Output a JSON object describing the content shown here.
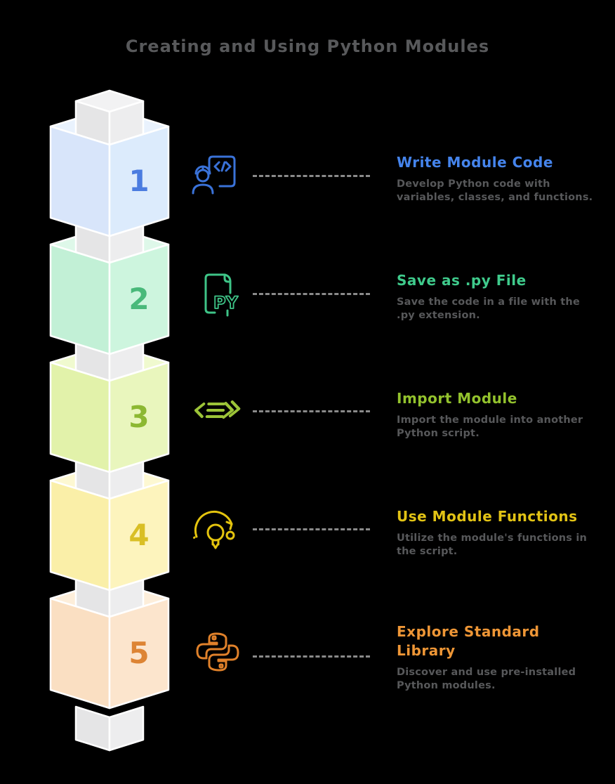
{
  "page": {
    "background": "#000000"
  },
  "header": {
    "title": "Creating and Using Python Modules",
    "color": "#58595b"
  },
  "text": {
    "description_color": "#57585a"
  },
  "dotted_line": {
    "color": "#8a8a8a"
  },
  "connector_block": {
    "left_face": "#e5e5e6",
    "right_face": "#ededee",
    "top_face": "#f2f2f3"
  },
  "steps": [
    {
      "number": "1",
      "icon": "developer-writing-code-icon",
      "icon_color": "#3a72d8",
      "title": "Write Module Code",
      "title_color": "#4584ec",
      "description": "Develop Python code with\nvariables, classes, and functions.",
      "block": {
        "left_face": "#d8e5fa",
        "right_face": "#dcebfc",
        "top_face": "#e9f2fd",
        "number_color": "#4b7ce0"
      }
    },
    {
      "number": "2",
      "icon": "py-file-icon",
      "icon_color": "#3ec487",
      "title": "Save as .py File",
      "title_color": "#3fcb8c",
      "description": "Save the code in a file with the\n.py extension.",
      "block": {
        "left_face": "#c2f0d6",
        "right_face": "#cdf5de",
        "top_face": "#def8e9",
        "number_color": "#49b97a"
      }
    },
    {
      "number": "3",
      "icon": "import-arrows-icon",
      "icon_color": "#9cc438",
      "title": "Import Module",
      "title_color": "#93c22d",
      "description": "Import the module into another\nPython script.",
      "block": {
        "left_face": "#e2f2aa",
        "right_face": "#e9f6bd",
        "top_face": "#f0facf",
        "number_color": "#8cb832"
      }
    },
    {
      "number": "4",
      "icon": "lightbulb-cycle-icon",
      "icon_color": "#e4c40e",
      "title": "Use Module Functions",
      "title_color": "#e2c315",
      "description": "Utilize the module's functions in\nthe script.",
      "block": {
        "left_face": "#faefa8",
        "right_face": "#fdf4bd",
        "top_face": "#fdf8d2",
        "number_color": "#d9bf25"
      }
    },
    {
      "number": "5",
      "icon": "python-logo-icon",
      "icon_color": "#e0812a",
      "title": "Explore Standard\nLibrary",
      "title_color": "#ee9636",
      "description": "Discover and use pre-installed\nPython modules.",
      "block": {
        "left_face": "#fadfc2",
        "right_face": "#fce5cd",
        "top_face": "#fdeeda",
        "number_color": "#dd8434"
      }
    }
  ]
}
